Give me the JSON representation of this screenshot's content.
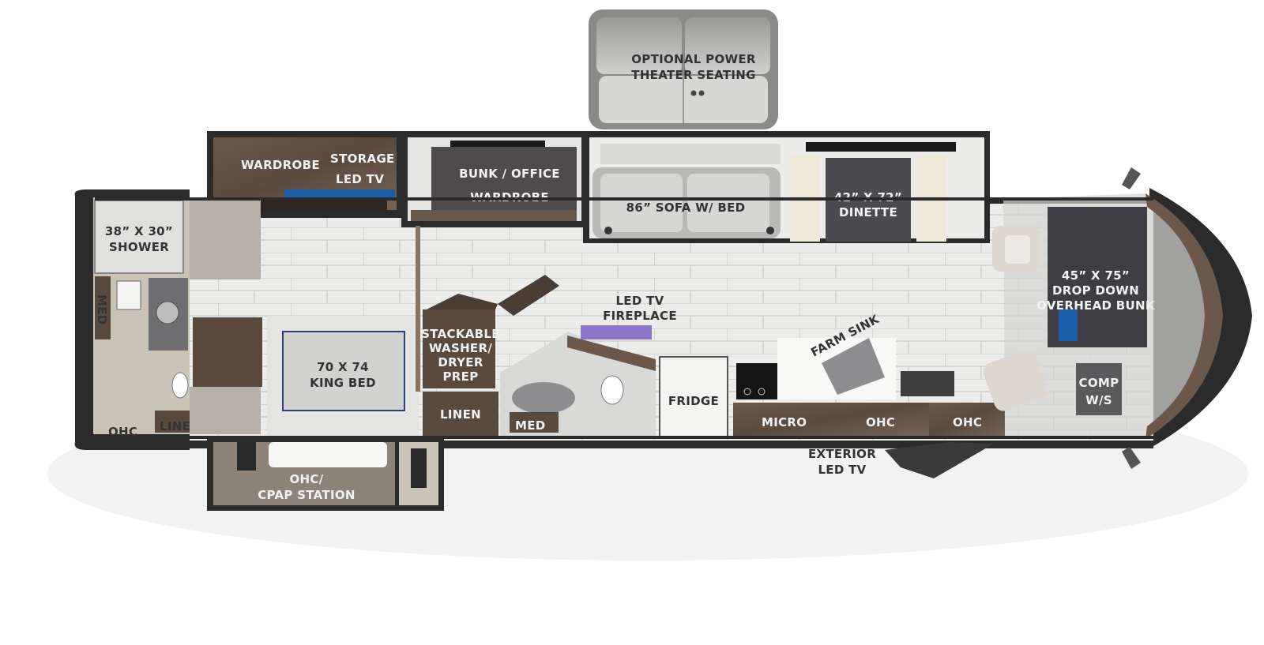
{
  "floorplan": {
    "labels": {
      "theater_seating": [
        "OPTIONAL POWER",
        "THEATER SEATING"
      ],
      "wardrobe_rear": "WARDROBE",
      "storage": "STORAGE",
      "led_tv_bedroom": "LED TV",
      "bunk_office": "BUNK / OFFICE",
      "wardrobe_bunk": "WARDROBE",
      "sofa": "86” SOFA W/ BED",
      "dinette": [
        "42” X 72”",
        "DINETTE"
      ],
      "shower": [
        "38” X 30”",
        "SHOWER"
      ],
      "med_rear": "MED",
      "ohc_rear": "OHC",
      "linen_rear": "LINEN",
      "king_bed": [
        "70 X 74",
        "KING BED"
      ],
      "washer_dryer": [
        "STACKABLE",
        "WASHER/",
        "DRYER",
        "PREP"
      ],
      "linen_mid": "LINEN",
      "med_mid": "MED",
      "led_tv_fireplace": [
        "LED TV",
        "FIREPLACE"
      ],
      "farm_sink": "FARM SINK",
      "fridge": "FRIDGE",
      "micro": "MICRO",
      "ohc_kitchen": "OHC",
      "ohc_front": "OHC",
      "exterior_tv": [
        "EXTERIOR",
        "LED TV"
      ],
      "overhead_bunk": [
        "45” X 75”",
        "DROP DOWN",
        "OVERHEAD BUNK"
      ],
      "comp_ws": [
        "COMP",
        "W/S"
      ],
      "cpap": [
        "OHC/",
        "CPAP STATION"
      ]
    },
    "colors": {
      "wall": "#2b2b2b",
      "floor_tile": "#ececea",
      "grout": "#c9c9c7",
      "wood_dark": "#5a4a3e",
      "wood_mid": "#7a6656",
      "upholstery": "#b9b9b7",
      "carpet": "#c9c3b8",
      "cream": "#efe9d8",
      "label": "#333333"
    }
  }
}
